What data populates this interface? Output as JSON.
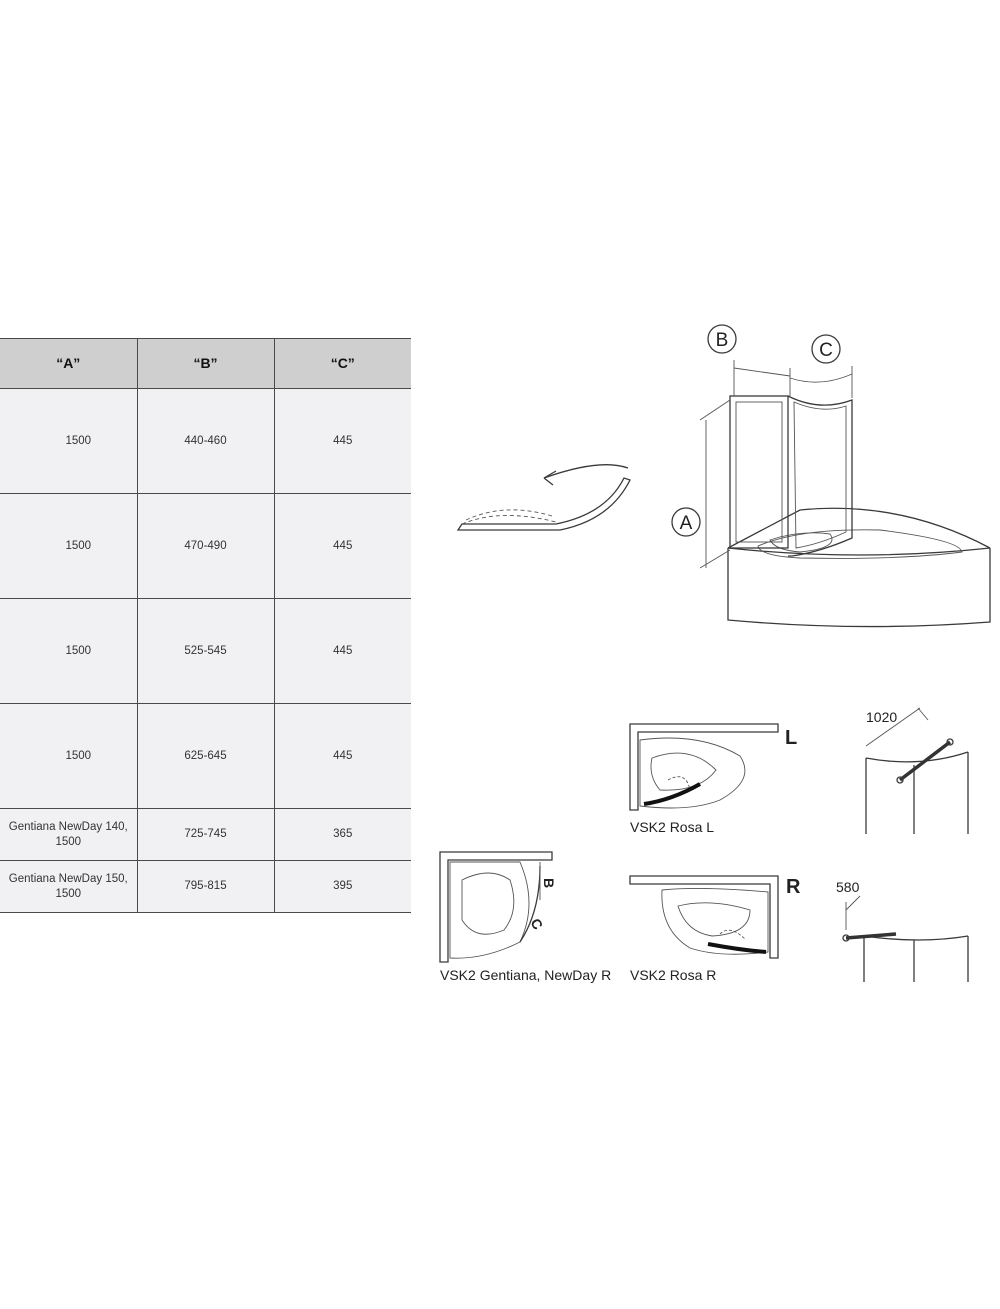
{
  "table": {
    "headers": [
      "“A”",
      "“B”",
      "“C”"
    ],
    "rows": [
      {
        "a": "1500",
        "b": "440-460",
        "c": "445"
      },
      {
        "a": "1500",
        "b": "470-490",
        "c": "445"
      },
      {
        "a": "1500",
        "b": "525-545",
        "c": "445"
      },
      {
        "a": "1500",
        "b": "625-645",
        "c": "445"
      },
      {
        "a": "Gentiana NewDay 140, 1500",
        "b": "725-745",
        "c": "365"
      },
      {
        "a": "Gentiana NewDay 150, 1500",
        "b": "795-815",
        "c": "395"
      }
    ]
  },
  "diagram": {
    "dim_a": "A",
    "dim_b": "B",
    "dim_c": "C",
    "letter_l": "L",
    "letter_r": "R",
    "caption_rosa_l": "VSK2 Rosa L",
    "caption_rosa_r": "VSK2 Rosa R",
    "caption_gentiana": "VSK2 Gentiana, NewDay R",
    "dim_1020": "1020",
    "dim_580": "580"
  }
}
